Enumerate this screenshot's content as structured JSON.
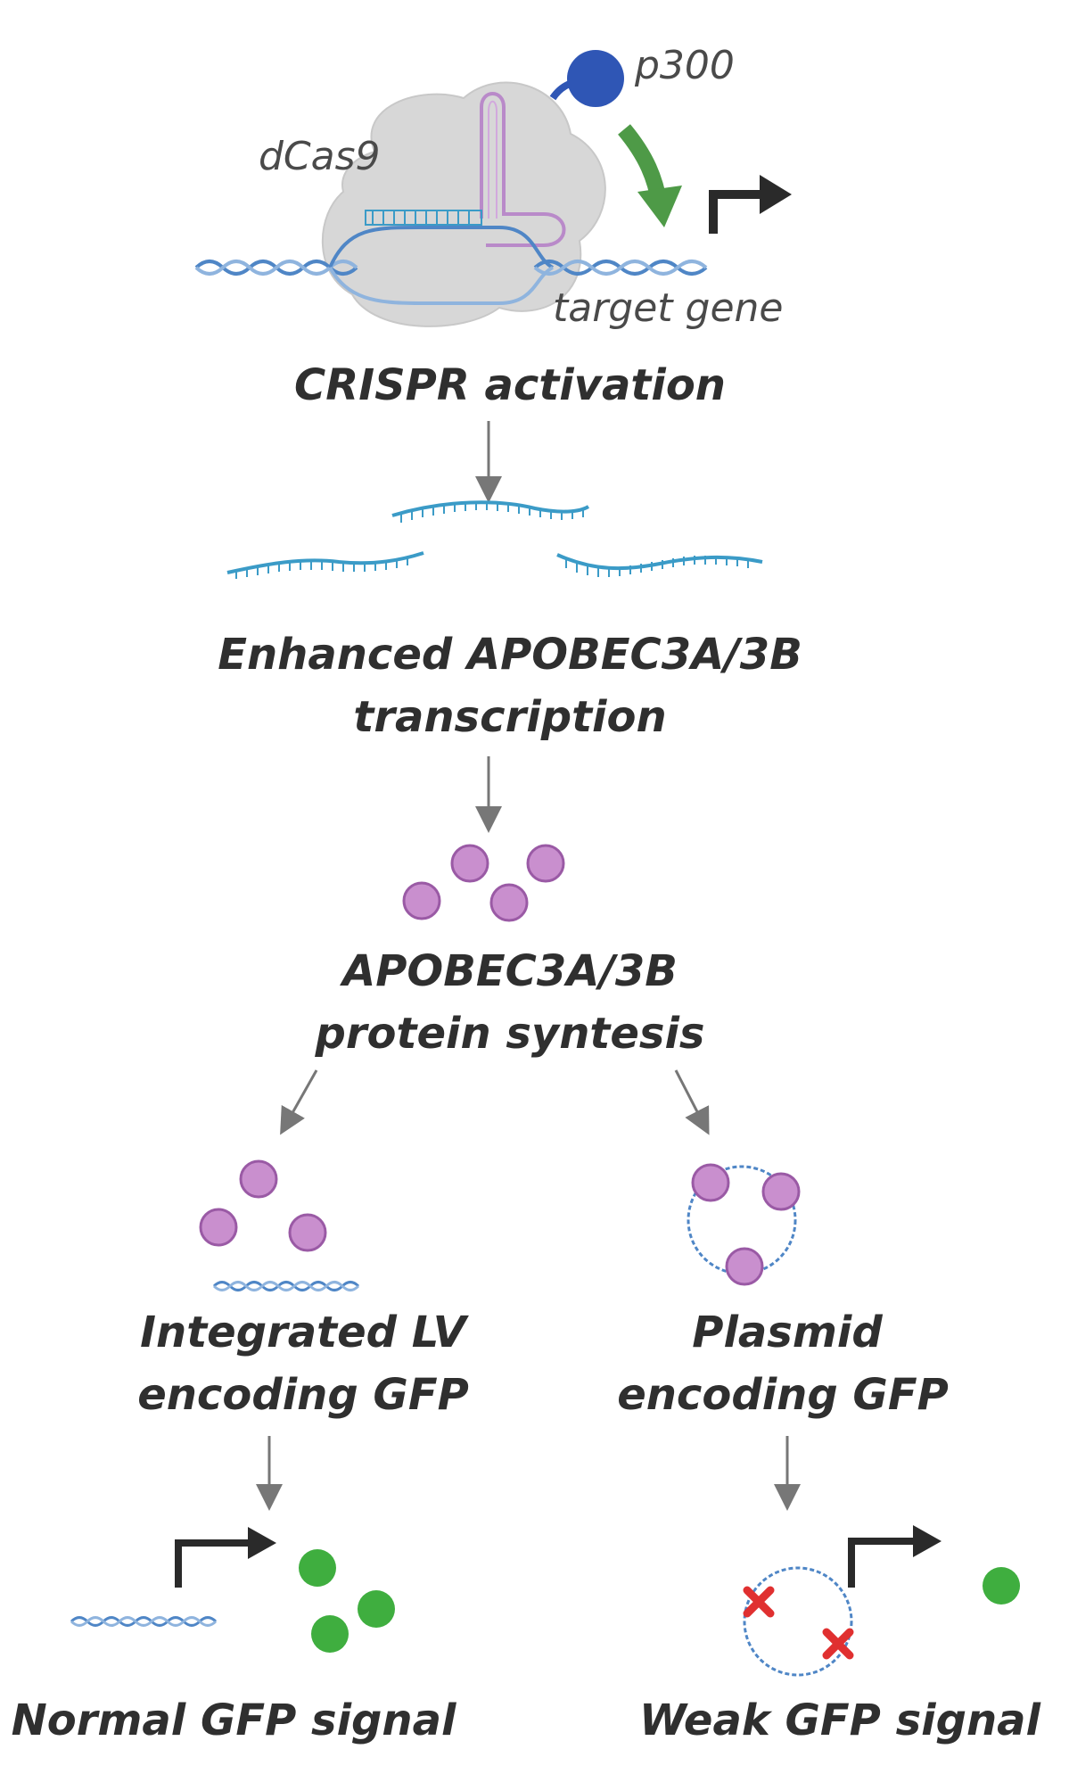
{
  "labels": {
    "p300": "p300",
    "dcas9": "dCas9",
    "target_gene": "target gene",
    "crispr_activation": "CRISPR activation",
    "transcription_line1": "Enhanced APOBEC3A/3B",
    "transcription_line2": "transcription",
    "protein_line1": "APOBEC3A/3B",
    "protein_line2": "protein syntesis",
    "lv_line1": "Integrated LV",
    "lv_line2": "encoding GFP",
    "plasmid_line1": "Plasmid",
    "plasmid_line2": "encoding GFP",
    "normal_signal": "Normal GFP signal",
    "weak_signal": "Weak GFP signal"
  },
  "colors": {
    "p300": "#2f56b5",
    "dcas9_blob": "#d7d7d7",
    "guide_rna": "#b98ac9",
    "dna": "#4f86c6",
    "mrna": "#3b9bc7",
    "apobec": "#c98fce",
    "apobec_stroke": "#9a5aa5",
    "gfp": "#3fae3f",
    "green_arrow": "#4e9a47",
    "mutation": "#e03030",
    "arrow": "#777777",
    "promoter": "#2a2a2a"
  }
}
